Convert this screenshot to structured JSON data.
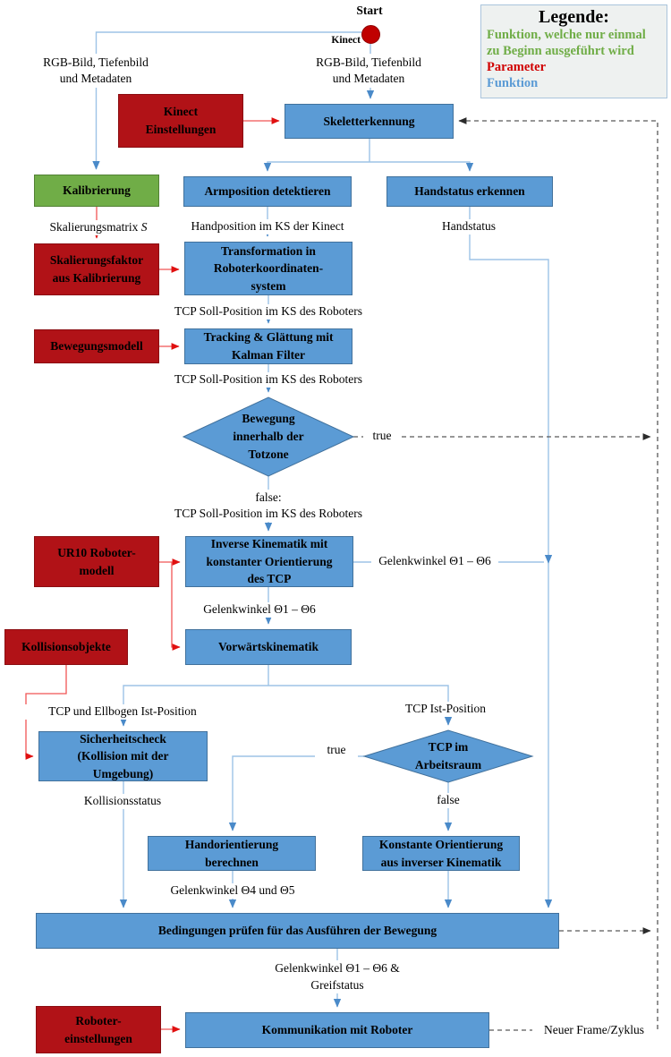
{
  "legend": {
    "title": "Legende:",
    "items": [
      {
        "label": "Funktion, welche nur einmal zu Beginn ausgeführt wird",
        "color": "#70ad47"
      },
      {
        "label": "Parameter",
        "color": "#d00000"
      },
      {
        "label": "Funktion",
        "color": "#5b9bd5"
      }
    ]
  },
  "colors": {
    "function_box": "#5b9bd5",
    "function_border": "#41719c",
    "parameter_box": "#b11217",
    "parameter_border": "#8b0e12",
    "init_box": "#70ad47",
    "init_border": "#538135",
    "wire_function": "#9dc3e6",
    "wire_parameter": "#e84040",
    "wire_loop": "#4d4d4d",
    "start_marker": "#c00000"
  },
  "start": {
    "label": "Start",
    "source_label": "Kinect"
  },
  "nodes": {
    "kinect_settings": "Kinect\nEinstellungen",
    "skeleton": "Skeletterkennung",
    "calibration": "Kalibrierung",
    "arm_position": "Armposition detektieren",
    "hand_state": "Handstatus erkennen",
    "scaling_factor": "Skalierungsfaktor\naus Kalibrierung",
    "transformation": "Transformation in\nRoboterkoordinaten-\nsystem",
    "motion_model": "Bewegungsmodell",
    "tracking": "Tracking & Glättung mit\nKalman Filter",
    "deadzone_decision": "Bewegung\ninnerhalb der\nTotzone",
    "ur10_model": "UR10 Roboter-\nmodell",
    "inverse_kinematics": "Inverse Kinematik mit\nkonstanter Orientierung\ndes TCP",
    "collision_objects": "Kollisionsobjekte",
    "forward_kinematics": "Vorwärtskinematik",
    "safety_check": "Sicherheitscheck\n(Kollision mit der\nUmgebung)",
    "workspace_decision": "TCP im\nArbeitsraum",
    "hand_orientation": "Handorientierung\nberechnen",
    "constant_orientation": "Konstante Orientierung\naus inverser Kinematik",
    "check_conditions": "Bedingungen prüfen für das Ausführen der Bewegung",
    "robot_settings": "Roboter-\neinstellungen",
    "robot_communication": "Kommunikation mit Roboter"
  },
  "edges": {
    "rgb_left": "RGB-Bild, Tiefenbild\nund Metadaten",
    "rgb_center": "RGB-Bild, Tiefenbild\nund Metadaten",
    "scaling_matrix_text": "Skalierungsmatrix",
    "scaling_matrix_var": "S",
    "hand_position": "Handposition im KS der Kinect",
    "hand_status": "Handstatus",
    "tcp_target_1": "TCP Soll-Position im KS des Roboters",
    "tcp_target_2": "TCP Soll-Position im KS des Roboters",
    "deadzone_true": "true",
    "deadzone_false": "false:\nTCP Soll-Position im KS des Roboters",
    "joint_angles_right": "Gelenkwinkel Θ1 – Θ6",
    "joint_angles_mid": "Gelenkwinkel Θ1 – Θ6",
    "tcp_elbow": "TCP und Ellbogen Ist-Position",
    "collision_status": "Kollisionsstatus",
    "tcp_actual": "TCP Ist-Position",
    "workspace_true": "true",
    "workspace_false": "false",
    "joint_angles_45": "Gelenkwinkel Θ4 und Θ5",
    "joint_angles_grip": "Gelenkwinkel Θ1 – Θ6 &\nGreifstatus",
    "new_frame": "Neuer Frame/Zyklus"
  }
}
